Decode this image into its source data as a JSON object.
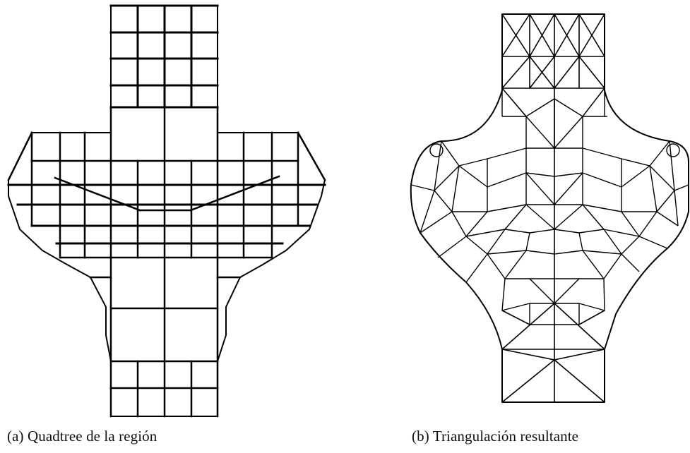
{
  "figure": {
    "panels": [
      {
        "id": "a",
        "caption": "(a) Quadtree de la región"
      },
      {
        "id": "b",
        "caption": "(b) Triangulación resultante"
      }
    ]
  },
  "colors": {
    "ink": "#000000",
    "background": "#ffffff"
  }
}
